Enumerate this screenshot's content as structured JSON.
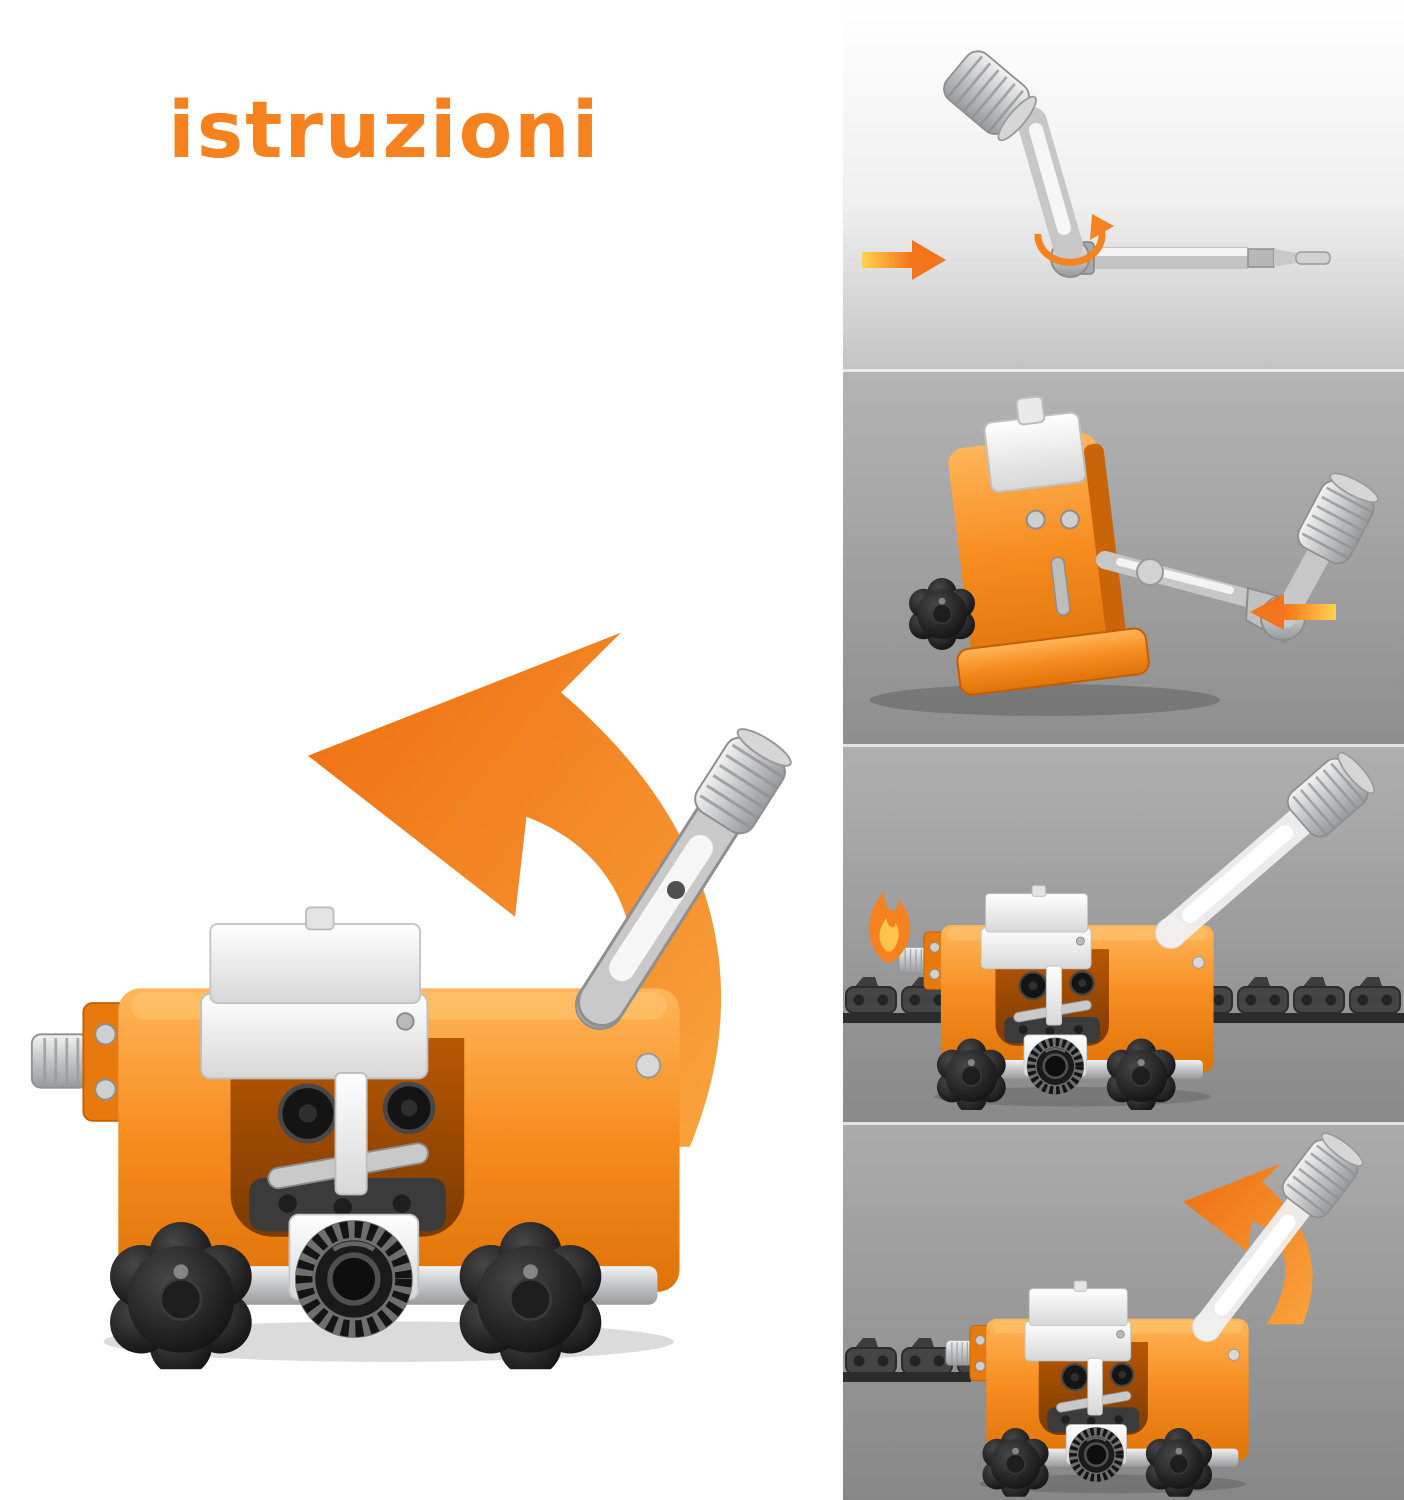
{
  "page": {
    "title": "istruzioni"
  },
  "colors": {
    "accent_orange": "#F5821F",
    "product_orange": "#F08419",
    "cavity_orange": "#B85703",
    "steel_gray": "#C9C9C9",
    "knob_black": "#161616",
    "panel_gray": "#9A9A9A",
    "canvas_white": "#FFFFFF"
  },
  "main_illustration": {
    "product": "chainsaw-chain-sharpener-jig",
    "arrow": "rotate-counterclockwise-arrow",
    "parts": [
      "crank-handle",
      "white-guide-carriage",
      "serrated-adjust-knob",
      "star-lock-knobs",
      "side-adjuster-knob"
    ]
  },
  "steps": [
    {
      "index": 1,
      "illustration": "crank-handle-assembly",
      "arrows": [
        "push-right-arrow",
        "rotation-swirl"
      ]
    },
    {
      "index": 2,
      "illustration": "insert-handle-into-sharpener",
      "arrows": [
        "insert-left-arrow"
      ]
    },
    {
      "index": 3,
      "illustration": "sharpener-mounted-on-chain",
      "highlights": [
        "flame"
      ]
    },
    {
      "index": 4,
      "illustration": "rotate-handle-on-chain",
      "arrows": [
        "rotate-counterclockwise-arrow"
      ]
    }
  ]
}
